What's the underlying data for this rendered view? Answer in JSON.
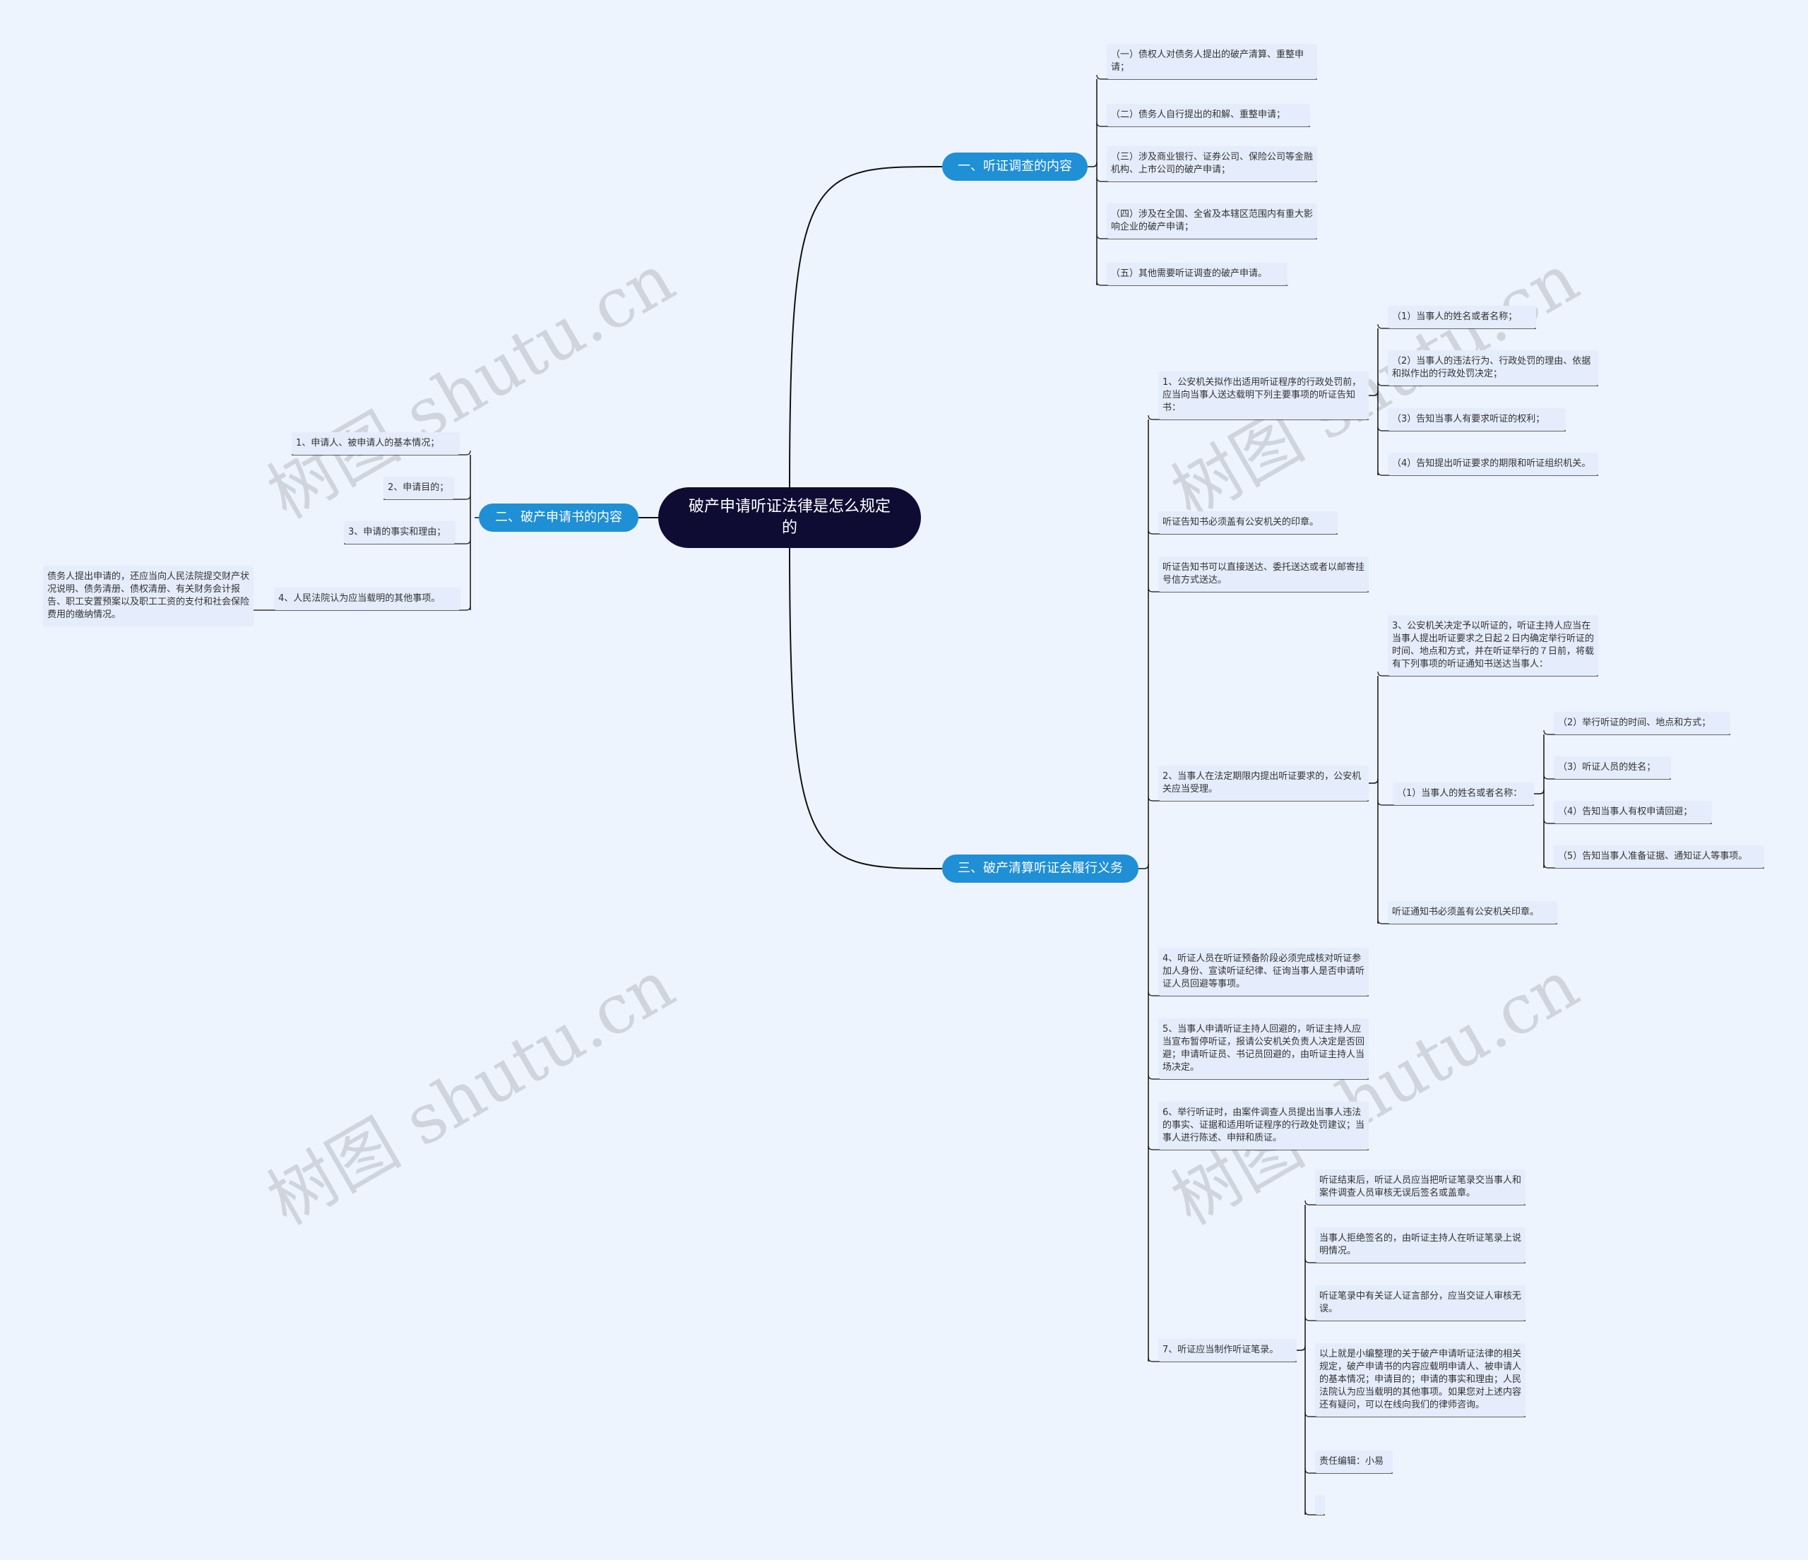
{
  "root": "破产申请听证法律是怎么规定的",
  "b1": {
    "label": "一、听证调查的内容",
    "items": [
      "（一）债权人对债务人提出的破产清算、重整申请；",
      "（二）债务人自行提出的和解、重整申请；",
      "（三）涉及商业银行、证券公司、保险公司等金融机构、上市公司的破产申请；",
      "（四）涉及在全国、全省及本辖区范围内有重大影响企业的破产申请；",
      "（五）其他需要听证调查的破产申请。"
    ]
  },
  "b2": {
    "label": "二、破产申请书的内容",
    "items": [
      "1、申请人、被申请人的基本情况；",
      "2、申请目的；",
      "3、申请的事实和理由；",
      "4、人民法院认为应当载明的其他事项。"
    ],
    "note": "债务人提出申请的，还应当向人民法院提交财产状况说明、债务清册、债权清册、有关财务会计报告、职工安置预案以及职工工资的支付和社会保险费用的缴纳情况。"
  },
  "b3": {
    "label": "三、破产清算听证会履行义务",
    "n1": "1、公安机关拟作出适用听证程序的行政处罚前，应当向当事人送达载明下列主要事项的听证告知书：",
    "n1_items": [
      "（1）当事人的姓名或者名称；",
      "（2）当事人的违法行为、行政处罚的理由、依据和拟作出的行政处罚决定；",
      "（3）告知当事人有要求听证的权利；",
      "（4）告知提出听证要求的期限和听证组织机关。"
    ],
    "n_seal": "听证告知书必须盖有公安机关的印章。",
    "n_deliver": "听证告知书可以直接送达、委托送达或者以邮寄挂号信方式送达。",
    "n2": "2、当事人在法定期限内提出听证要求的，公安机关应当受理。",
    "n2_a": "3、公安机关决定予以听证的，听证主持人应当在当事人提出听证要求之日起２日内确定举行听证的时间、地点和方式，并在听证举行的７日前，将载有下列事项的听证通知书送达当事人：",
    "n2_b": "（1）当事人的姓名或者名称：",
    "n2_b_items": [
      "（2）举行听证的时间、地点和方式；",
      "（3）听证人员的姓名；",
      "（4）告知当事人有权申请回避；",
      "（5）告知当事人准备证据、通知证人等事项。"
    ],
    "n2_c": "听证通知书必须盖有公安机关印章。",
    "n4": "4、听证人员在听证预备阶段必须完成核对听证参加人身份、宣读听证纪律、征询当事人是否申请听证人员回避等事项。",
    "n5": "5、当事人申请听证主持人回避的，听证主持人应当宣布暂停听证，报请公安机关负责人决定是否回避；申请听证员、书记员回避的，由听证主持人当场决定。",
    "n6": "6、举行听证时，由案件调查人员提出当事人违法的事实、证据和适用听证程序的行政处罚建议；当事人进行陈述、申辩和质证。",
    "n7": "7、听证应当制作听证笔录。",
    "n7_items": [
      "听证结束后，听证人员应当把听证笔录交当事人和案件调查人员审核无误后签名或盖章。",
      "当事人拒绝签名的，由听证主持人在听证笔录上说明情况。",
      "听证笔录中有关证人证言部分，应当交证人审核无误。",
      "以上就是小编整理的关于破产申请听证法律的相关规定，破产申请书的内容应载明申请人、被申请人的基本情况；申请目的；申请的事实和理由；人民法院认为应当载明的其他事项。如果您对上述内容还有疑问，可以在线向我们的律师咨询。",
      "责任编辑：小易",
      ""
    ]
  },
  "watermark": "树图 shutu.cn"
}
